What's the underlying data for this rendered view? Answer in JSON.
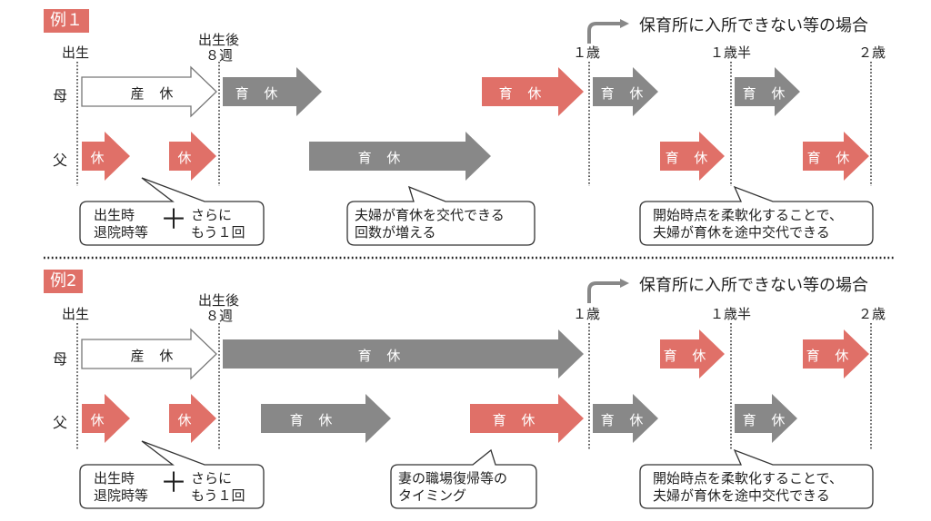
{
  "colors": {
    "accent": "#e07068",
    "gray": "#888888",
    "outline": "#777777",
    "text": "#222222"
  },
  "examples": [
    {
      "tag": "例１",
      "note": "保育所に入所できない等の場合",
      "markers": {
        "birth": "出生",
        "week8_line1": "出生後",
        "week8_line2": "８週",
        "age1": "１歳",
        "age1_5": "１歳半",
        "age2": "２歳"
      },
      "rows": {
        "mother": "母",
        "father": "父"
      },
      "mother_bars": [
        {
          "label": "産 休",
          "style": "outline",
          "from": "birth",
          "to": "week8"
        },
        {
          "label": "育 休",
          "style": "gray"
        },
        {
          "label": "育 休",
          "style": "accent"
        },
        {
          "label": "育 休",
          "style": "gray"
        },
        {
          "label": "育 休",
          "style": "gray"
        }
      ],
      "father_bars": [
        {
          "label": "休",
          "style": "accent"
        },
        {
          "label": "休",
          "style": "accent"
        },
        {
          "label": "育 休",
          "style": "gray"
        },
        {
          "label": "育 休",
          "style": "accent"
        },
        {
          "label": "育 休",
          "style": "accent"
        }
      ],
      "callouts": [
        {
          "left_line1": "出生時",
          "left_line2": "退院時等",
          "plus": "＋",
          "right_line1": "さらに",
          "right_line2": "もう１回"
        },
        {
          "line1": "夫婦が育休を交代できる",
          "line2": "回数が増える"
        },
        {
          "line1": "開始時点を柔軟化することで、",
          "line2": "夫婦が育休を途中交代できる"
        }
      ]
    },
    {
      "tag": "例2",
      "note": "保育所に入所できない等の場合",
      "markers": {
        "birth": "出生",
        "week8_line1": "出生後",
        "week8_line2": "８週",
        "age1": "１歳",
        "age1_5": "１歳半",
        "age2": "２歳"
      },
      "rows": {
        "mother": "母",
        "father": "父"
      },
      "mother_bars": [
        {
          "label": "産 休",
          "style": "outline"
        },
        {
          "label": "育 休",
          "style": "gray"
        },
        {
          "label": "育 休",
          "style": "accent"
        },
        {
          "label": "育 休",
          "style": "accent"
        }
      ],
      "father_bars": [
        {
          "label": "休",
          "style": "accent"
        },
        {
          "label": "休",
          "style": "accent"
        },
        {
          "label": "育 休",
          "style": "gray"
        },
        {
          "label": "育 休",
          "style": "accent"
        },
        {
          "label": "育 休",
          "style": "gray"
        },
        {
          "label": "育 休",
          "style": "gray"
        }
      ],
      "callouts": [
        {
          "left_line1": "出生時",
          "left_line2": "退院時等",
          "plus": "＋",
          "right_line1": "さらに",
          "right_line2": "もう１回"
        },
        {
          "line1": "妻の職場復帰等の",
          "line2": "タイミング"
        },
        {
          "line1": "開始時点を柔軟化することで、",
          "line2": "夫婦が育休を途中交代できる"
        }
      ]
    }
  ]
}
